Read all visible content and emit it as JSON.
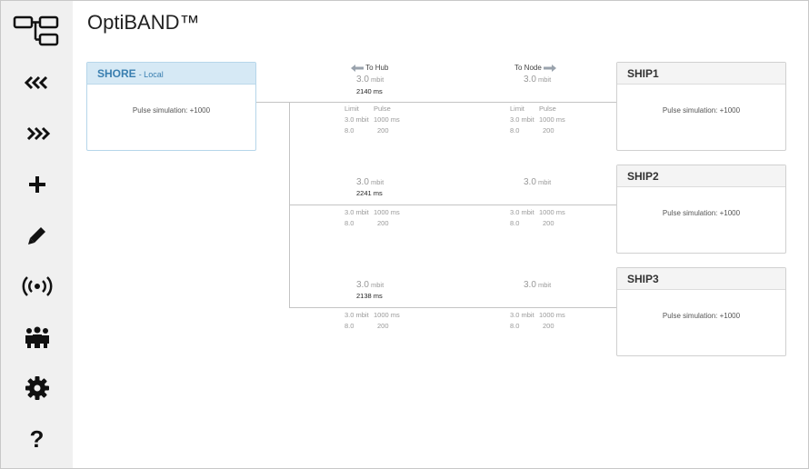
{
  "app": {
    "title": "OptiBAND™"
  },
  "sidebar": {
    "items": [
      {
        "name": "topology"
      },
      {
        "name": "collapse"
      },
      {
        "name": "expand"
      },
      {
        "name": "add"
      },
      {
        "name": "edit"
      },
      {
        "name": "broadcast"
      },
      {
        "name": "users"
      },
      {
        "name": "settings"
      },
      {
        "name": "help"
      }
    ]
  },
  "hub": {
    "name": "SHORE",
    "tag": "- Local",
    "pulse": "Pulse simulation: +1000"
  },
  "columns": {
    "to_hub": "To Hub",
    "to_node": "To Node"
  },
  "links": [
    {
      "to_hub_rate": "3.0",
      "to_hub_unit": "mbit",
      "to_hub_latency": "2140",
      "to_hub_latency_unit": "ms",
      "to_node_rate": "3.0",
      "to_node_unit": "mbit",
      "limit_label": "Limit",
      "pulse_label": "Pulse",
      "hub_limit": "3.0 mbit",
      "hub_pulse": "1000 ms",
      "hub_limit2": "8.0",
      "hub_pulse2": "200",
      "node_limit": "3.0 mbit",
      "node_pulse": "1000 ms",
      "node_limit2": "8.0",
      "node_pulse2": "200",
      "node": {
        "name": "SHIP1",
        "pulse": "Pulse simulation: +1000"
      }
    },
    {
      "to_hub_rate": "3.0",
      "to_hub_unit": "mbit",
      "to_hub_latency": "2241",
      "to_hub_latency_unit": "ms",
      "to_node_rate": "3.0",
      "to_node_unit": "mbit",
      "hub_limit": "3.0 mbit",
      "hub_pulse": "1000 ms",
      "hub_limit2": "8.0",
      "hub_pulse2": "200",
      "node_limit": "3.0 mbit",
      "node_pulse": "1000 ms",
      "node_limit2": "8.0",
      "node_pulse2": "200",
      "node": {
        "name": "SHIP2",
        "pulse": "Pulse simulation: +1000"
      }
    },
    {
      "to_hub_rate": "3.0",
      "to_hub_unit": "mbit",
      "to_hub_latency": "2138",
      "to_hub_latency_unit": "ms",
      "to_node_rate": "3.0",
      "to_node_unit": "mbit",
      "hub_limit": "3.0 mbit",
      "hub_pulse": "1000 ms",
      "hub_limit2": "8.0",
      "hub_pulse2": "200",
      "node_limit": "3.0 mbit",
      "node_pulse": "1000 ms",
      "node_limit2": "8.0",
      "node_pulse2": "200",
      "node": {
        "name": "SHIP3",
        "pulse": "Pulse simulation: +1000"
      }
    }
  ]
}
